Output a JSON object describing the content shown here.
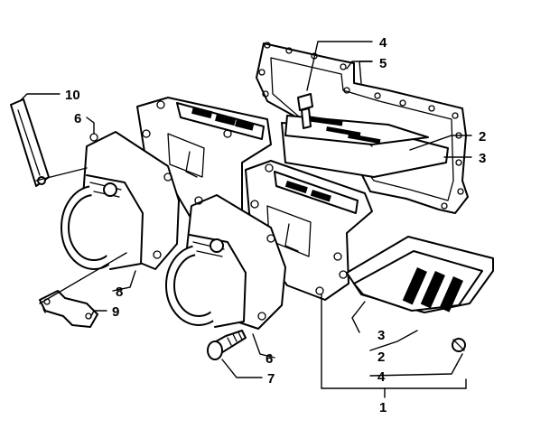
{
  "diagram": {
    "callouts": [
      {
        "id": "c4-top",
        "text": "4"
      },
      {
        "id": "c5",
        "text": "5"
      },
      {
        "id": "c10",
        "text": "10"
      },
      {
        "id": "c6-top",
        "text": "6"
      },
      {
        "id": "c2-top",
        "text": "2"
      },
      {
        "id": "c3-top",
        "text": "3"
      },
      {
        "id": "c8",
        "text": "8"
      },
      {
        "id": "c9",
        "text": "9"
      },
      {
        "id": "c3-bottom",
        "text": "3"
      },
      {
        "id": "c2-bottom",
        "text": "2"
      },
      {
        "id": "c6-bottom",
        "text": "6"
      },
      {
        "id": "c4-bottom",
        "text": "4"
      },
      {
        "id": "c7",
        "text": "7"
      },
      {
        "id": "c1",
        "text": "1"
      }
    ]
  }
}
